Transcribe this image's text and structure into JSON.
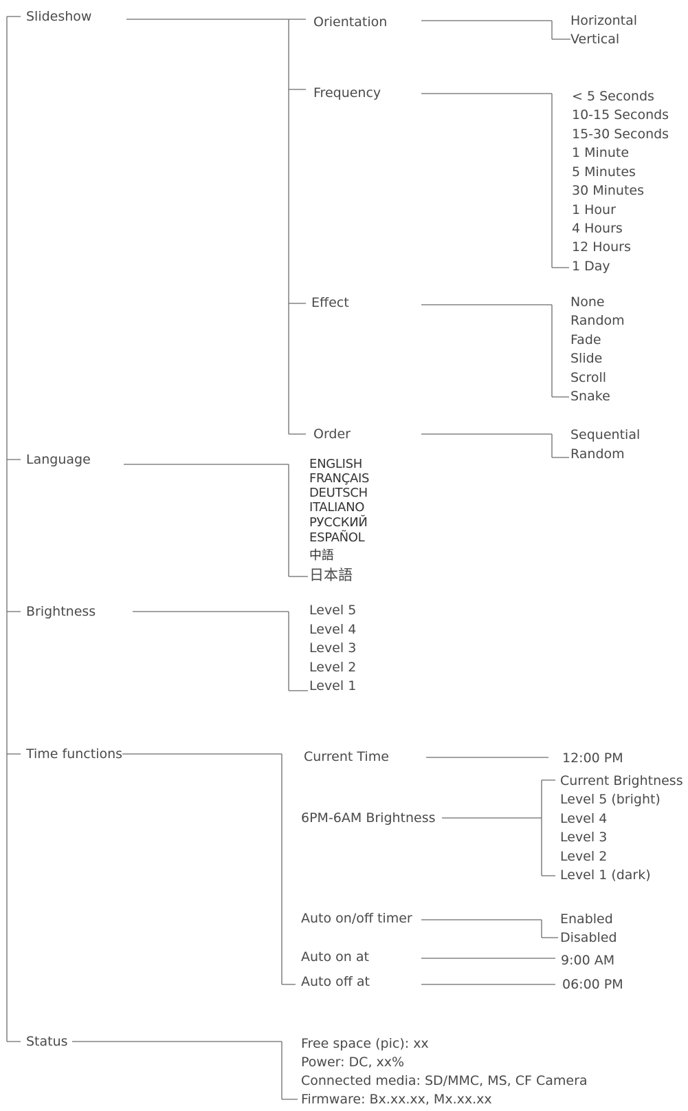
{
  "menu": [
    {
      "label": "Slideshow",
      "children": [
        {
          "label": "Orientation",
          "options": [
            "Horizontal",
            "Vertical"
          ]
        },
        {
          "label": "Frequency",
          "options": [
            "< 5 Seconds",
            "10-15 Seconds",
            "15-30 Seconds",
            "1 Minute",
            "5 Minutes",
            "30 Minutes",
            "1 Hour",
            "4 Hours",
            "12 Hours",
            "1 Day"
          ]
        },
        {
          "label": "Effect",
          "options": [
            "None",
            "Random",
            "Fade",
            "Slide",
            "Scroll",
            "Snake"
          ]
        },
        {
          "label": "Order",
          "options": [
            "Sequential",
            "Random"
          ]
        }
      ]
    },
    {
      "label": "Language",
      "options": [
        "ENGLISH",
        "FRANÇAIS",
        "DEUTSCH",
        "ITALIANO",
        "РУССКИЙ",
        "ESPAÑOL",
        "中語",
        "日本語"
      ]
    },
    {
      "label": "Brightness",
      "options": [
        "Level 5",
        "Level 4",
        "Level 3",
        "Level 2",
        "Level 1"
      ]
    },
    {
      "label": "Time functions",
      "children": [
        {
          "label": "Current Time",
          "options": [
            "12:00 PM"
          ]
        },
        {
          "label": "6PM-6AM Brightness",
          "options": [
            "Current Brightness",
            "Level 5 (bright)",
            "Level 4",
            "Level 3",
            "Level 2",
            "Level 1 (dark)"
          ]
        },
        {
          "label": "Auto on/off timer",
          "options": [
            "Enabled",
            "Disabled"
          ]
        },
        {
          "label": "Auto on at",
          "options": [
            "9:00 AM"
          ]
        },
        {
          "label": "Auto off at",
          "options": [
            "06:00 PM"
          ]
        }
      ]
    },
    {
      "label": "Status",
      "options": [
        "Free space (pic): xx",
        "Power: DC, xx%",
        "Connected media: SD/MMC, MS, CF Camera",
        "Firmware: Bx.xx.xx, Mx.xx.xx"
      ]
    }
  ]
}
